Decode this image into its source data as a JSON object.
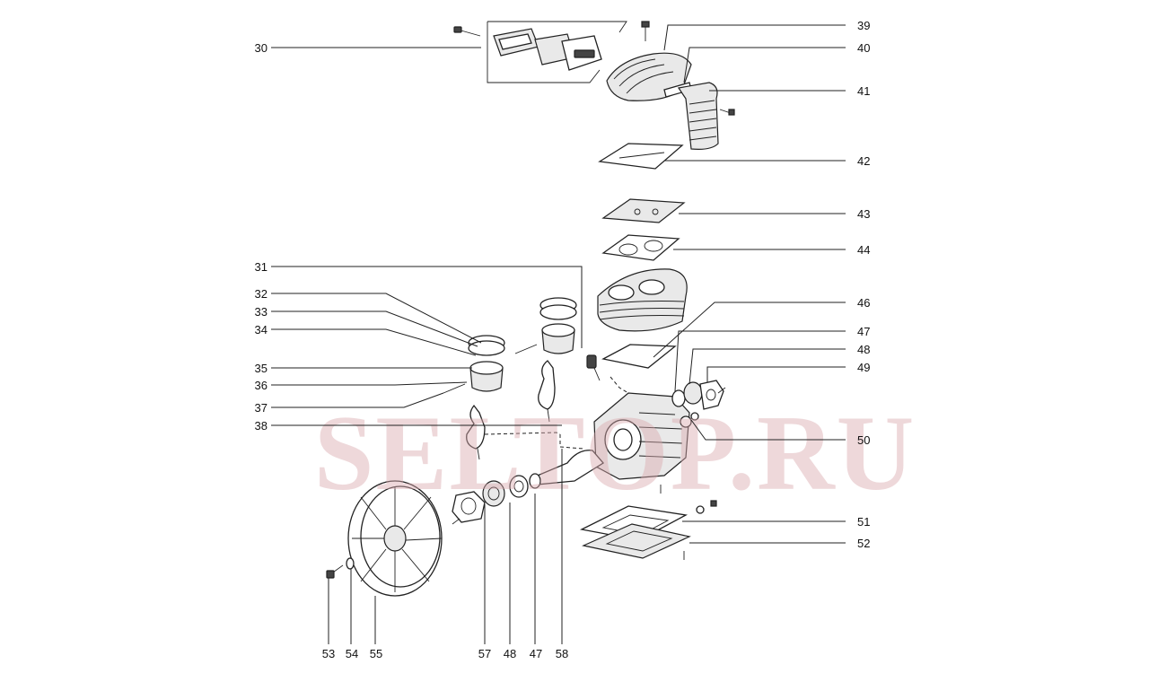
{
  "diagram": {
    "callouts": [
      {
        "id": "30",
        "label": "30"
      },
      {
        "id": "31",
        "label": "31"
      },
      {
        "id": "32",
        "label": "32"
      },
      {
        "id": "33",
        "label": "33"
      },
      {
        "id": "34",
        "label": "34"
      },
      {
        "id": "35",
        "label": "35"
      },
      {
        "id": "36",
        "label": "36"
      },
      {
        "id": "37",
        "label": "37"
      },
      {
        "id": "38",
        "label": "38"
      },
      {
        "id": "39",
        "label": "39"
      },
      {
        "id": "40",
        "label": "40"
      },
      {
        "id": "41",
        "label": "41"
      },
      {
        "id": "42",
        "label": "42"
      },
      {
        "id": "43",
        "label": "43"
      },
      {
        "id": "44",
        "label": "44"
      },
      {
        "id": "46",
        "label": "46"
      },
      {
        "id": "47a",
        "label": "47"
      },
      {
        "id": "48a",
        "label": "48"
      },
      {
        "id": "49",
        "label": "49"
      },
      {
        "id": "50",
        "label": "50"
      },
      {
        "id": "51",
        "label": "51"
      },
      {
        "id": "52",
        "label": "52"
      },
      {
        "id": "53",
        "label": "53"
      },
      {
        "id": "54",
        "label": "54"
      },
      {
        "id": "55",
        "label": "55"
      },
      {
        "id": "57",
        "label": "57"
      },
      {
        "id": "48b",
        "label": "48"
      },
      {
        "id": "47b",
        "label": "47"
      },
      {
        "id": "58",
        "label": "58"
      }
    ]
  },
  "watermark": {
    "text": "SELTOP.RU",
    "color": "#d9a9ac"
  },
  "colors": {
    "ink": "#222222",
    "background": "#ffffff"
  }
}
